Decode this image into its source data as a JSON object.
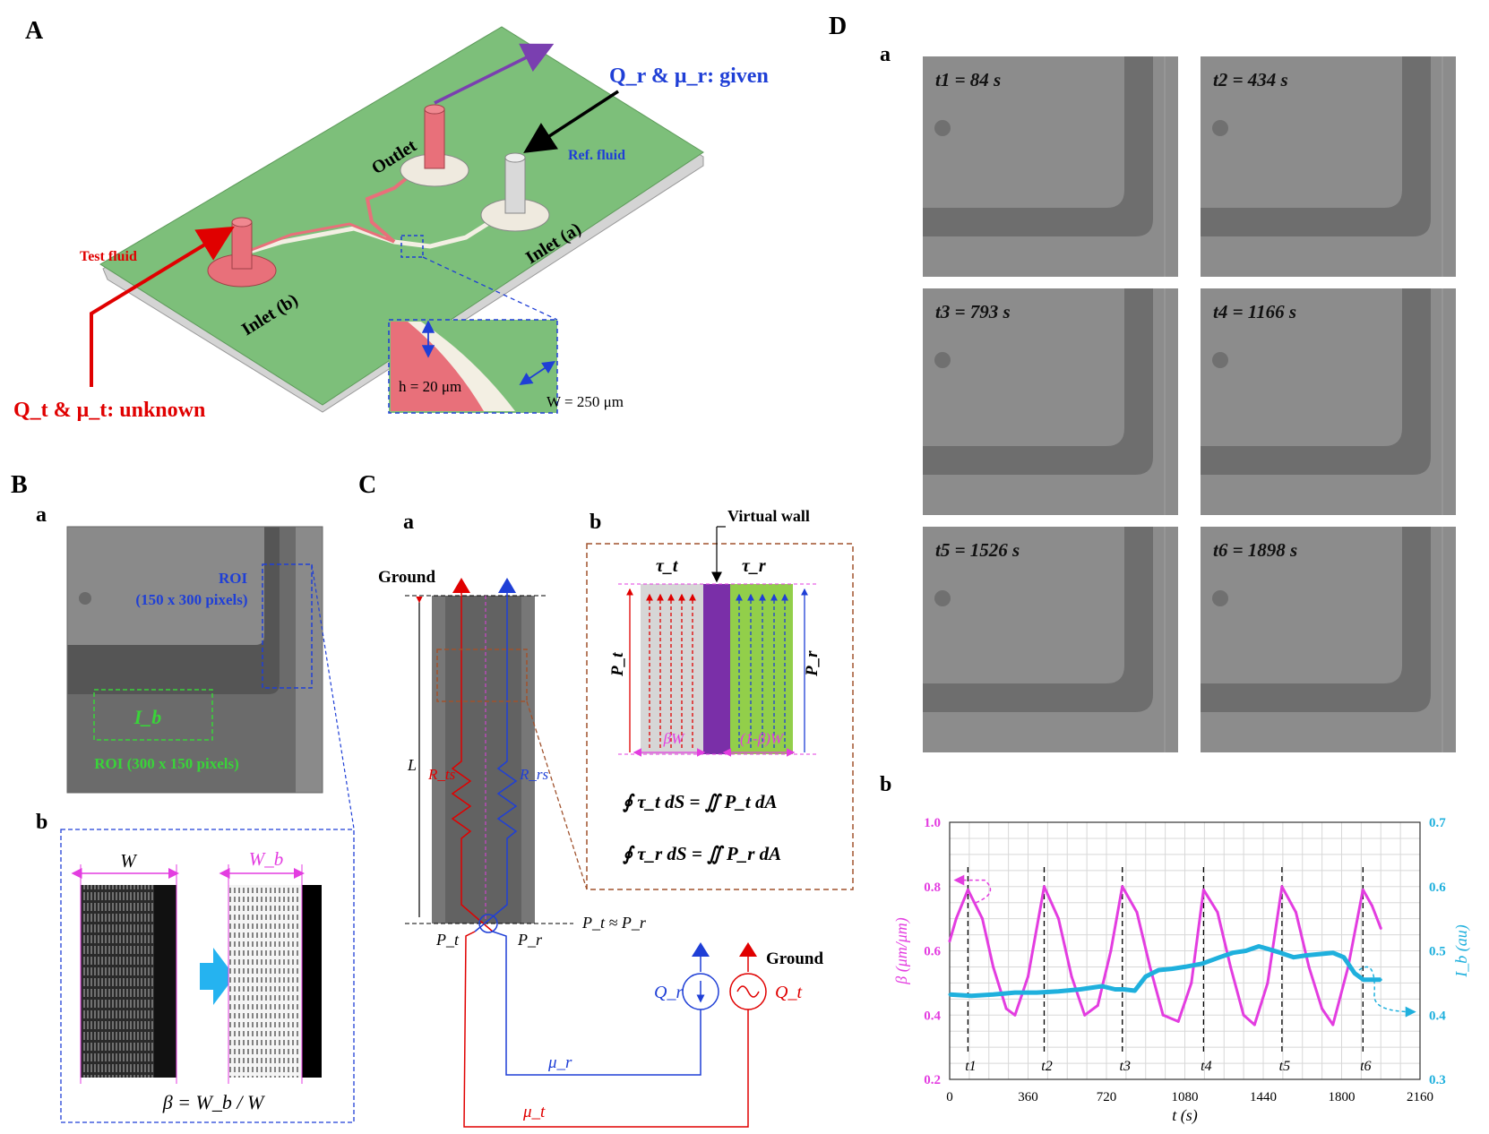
{
  "panel_letters": {
    "A": "A",
    "B": "B",
    "C": "C",
    "D": "D"
  },
  "sub_letters": {
    "Ba": "a",
    "Bb": "b",
    "Ca": "a",
    "Cb": "b",
    "Da": "a",
    "Db": "b"
  },
  "panelA": {
    "given_label": "Q_r & μ_r: given",
    "unknown_label": "Q_t & μ_t: unknown",
    "ref_fluid": "Ref. fluid",
    "test_fluid": "Test fluid",
    "outlet": "Outlet",
    "inlet_a": "Inlet (a)",
    "inlet_b": "Inlet (b)",
    "h_label": "h = 20 μm",
    "w_label": "W = 250 μm",
    "colors": {
      "chip": "#7dbf7a",
      "inlet_pink": "#e8707a",
      "ref_grey": "#d9d9d9",
      "given_blue": "#1f3fd6",
      "unknown_red": "#e00000"
    }
  },
  "panelB": {
    "roi_blue_title": "ROI",
    "roi_blue_size": "(150 x 300 pixels)",
    "ib_label": "I_b",
    "roi_green": "ROI (300 x 150 pixels)",
    "w_label": "W",
    "wb_label": "W_b",
    "beta_formula": "β = W_b / W"
  },
  "panelC": {
    "ground": "Ground",
    "ground2": "Ground",
    "L": "L",
    "Rts": "R_ts",
    "Rrs": "R_rs",
    "Pt": "P_t",
    "Pr": "P_r",
    "Pt_approx": "P_t ≈ P_r",
    "mu_r": "μ_r",
    "mu_t": "μ_t",
    "Qr": "Q_r",
    "Qt": "Q_t",
    "virtual_wall": "Virtual wall",
    "tau_t": "τ_t",
    "tau_r": "τ_r",
    "Pt_side": "P_t",
    "Pr_side": "P_r",
    "betaW": "βW",
    "one_minus_betaW": "(1-β)W",
    "eq1": "∮ τ_t dS = ∬ P_t dA",
    "eq2": "∮ τ_r dS = ∬ P_r dA"
  },
  "panelD": {
    "times": [
      "t1 = 84 s",
      "t2 = 434 s",
      "t3 = 793 s",
      "t4 = 1166 s",
      "t5 = 1526 s",
      "t6 = 1898 s"
    ]
  },
  "chart_data": {
    "type": "line",
    "title": "",
    "xlabel": "t (s)",
    "ylabel_left": "β (μm/μm)",
    "ylabel_right": "I_b (au)",
    "xlim": [
      0,
      2160
    ],
    "ylim_left": [
      0.2,
      1.0
    ],
    "ylim_right": [
      0.3,
      0.7
    ],
    "xticks": [
      0,
      360,
      720,
      1080,
      1440,
      1800,
      2160
    ],
    "yticks_left": [
      0.2,
      0.4,
      0.6,
      0.8,
      1.0
    ],
    "yticks_right": [
      0.3,
      0.4,
      0.5,
      0.6,
      0.7
    ],
    "grid": true,
    "markers": [
      {
        "label": "t1",
        "x": 84
      },
      {
        "label": "t2",
        "x": 434
      },
      {
        "label": "t3",
        "x": 793
      },
      {
        "label": "t4",
        "x": 1166
      },
      {
        "label": "t5",
        "x": 1526
      },
      {
        "label": "t6",
        "x": 1898
      }
    ],
    "series": [
      {
        "axis": "left",
        "color": "#e33de0",
        "x": [
          0,
          30,
          84,
          150,
          200,
          260,
          300,
          360,
          434,
          500,
          560,
          620,
          680,
          740,
          793,
          860,
          920,
          980,
          1050,
          1110,
          1166,
          1230,
          1290,
          1350,
          1400,
          1460,
          1526,
          1590,
          1650,
          1710,
          1760,
          1830,
          1898,
          1940,
          1980
        ],
        "values": [
          0.63,
          0.7,
          0.79,
          0.7,
          0.55,
          0.42,
          0.4,
          0.52,
          0.8,
          0.7,
          0.52,
          0.4,
          0.43,
          0.6,
          0.8,
          0.72,
          0.55,
          0.4,
          0.38,
          0.5,
          0.79,
          0.72,
          0.55,
          0.4,
          0.37,
          0.5,
          0.8,
          0.72,
          0.55,
          0.42,
          0.37,
          0.55,
          0.79,
          0.74,
          0.67
        ]
      },
      {
        "axis": "right",
        "color": "#1fb0dd",
        "x": [
          0,
          100,
          200,
          300,
          400,
          500,
          600,
          700,
          760,
          800,
          850,
          900,
          960,
          1020,
          1080,
          1160,
          1240,
          1300,
          1360,
          1420,
          1460,
          1520,
          1580,
          1640,
          1700,
          1760,
          1810,
          1860,
          1900,
          1940,
          1980
        ],
        "values": [
          0.432,
          0.43,
          0.432,
          0.435,
          0.435,
          0.437,
          0.44,
          0.445,
          0.44,
          0.44,
          0.438,
          0.46,
          0.47,
          0.472,
          0.475,
          0.48,
          0.49,
          0.497,
          0.5,
          0.507,
          0.503,
          0.497,
          0.49,
          0.493,
          0.495,
          0.497,
          0.49,
          0.465,
          0.455,
          0.455,
          0.455
        ]
      }
    ]
  }
}
